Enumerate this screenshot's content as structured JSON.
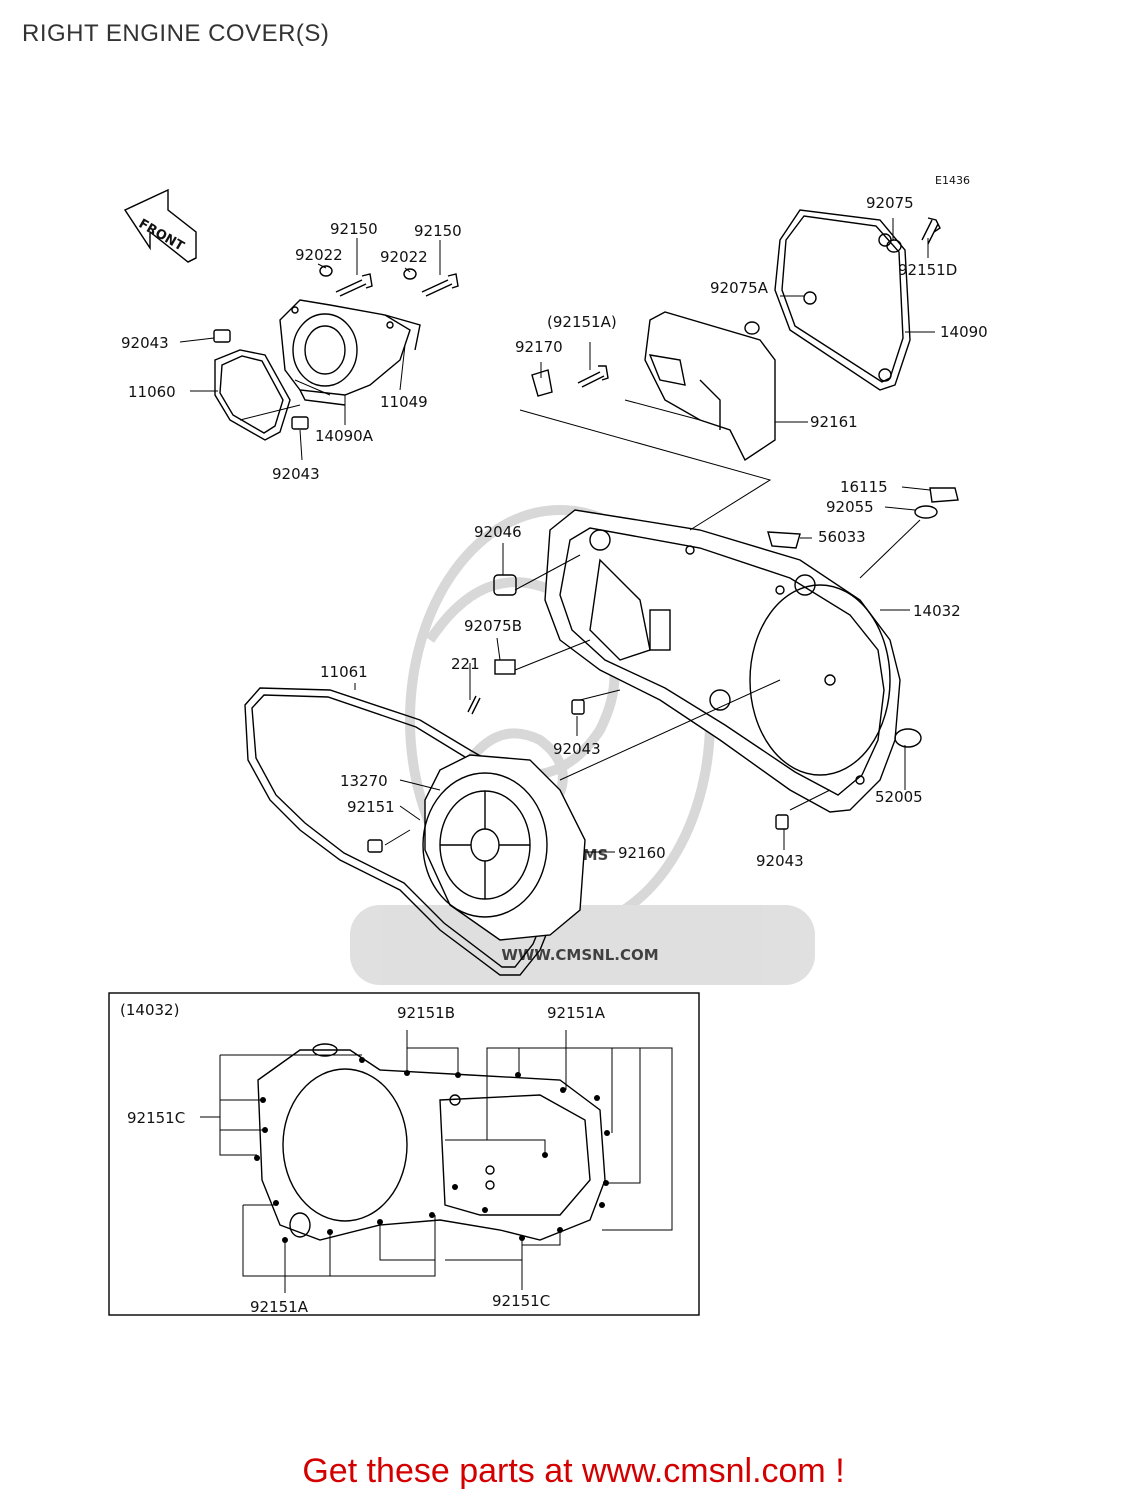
{
  "page": {
    "title": "RIGHT ENGINE COVER(S)",
    "footer": "Get these parts at www.cmsnl.com !",
    "diagram_code": "E1436",
    "front_label": "FRONT",
    "watermark": "WWW.CMSNL.COM",
    "watermark_logo": "CMS"
  },
  "colors": {
    "line": "#000000",
    "footer": "#d40000",
    "watermark": "#c8c8c8"
  },
  "labels": {
    "l92075": "92075",
    "l92151D": "92151D",
    "l92075A": "92075A",
    "l14090": "14090",
    "l92151A_p": "(92151A)",
    "l92170": "92170",
    "l92161": "92161",
    "l92150a": "92150",
    "l92150b": "92150",
    "l92022a": "92022",
    "l92022b": "92022",
    "l92043a": "92043",
    "l11060": "11060",
    "l11049": "11049",
    "l14090A": "14090A",
    "l92043b": "92043",
    "l16115": "16115",
    "l92055": "92055",
    "l92046": "92046",
    "l56033": "56033",
    "l14032": "14032",
    "l92075B": "92075B",
    "l221": "221",
    "l92043c": "92043",
    "l11061": "11061",
    "l13270": "13270",
    "l92151": "92151",
    "l92160": "92160",
    "l52005": "52005",
    "l92043d": "92043"
  },
  "inset": {
    "title": "(14032)",
    "l92151B": "92151B",
    "l92151A_top": "92151A",
    "l92151C_left": "92151C",
    "l92151A_bottom": "92151A",
    "l92151C_bottom": "92151C"
  }
}
